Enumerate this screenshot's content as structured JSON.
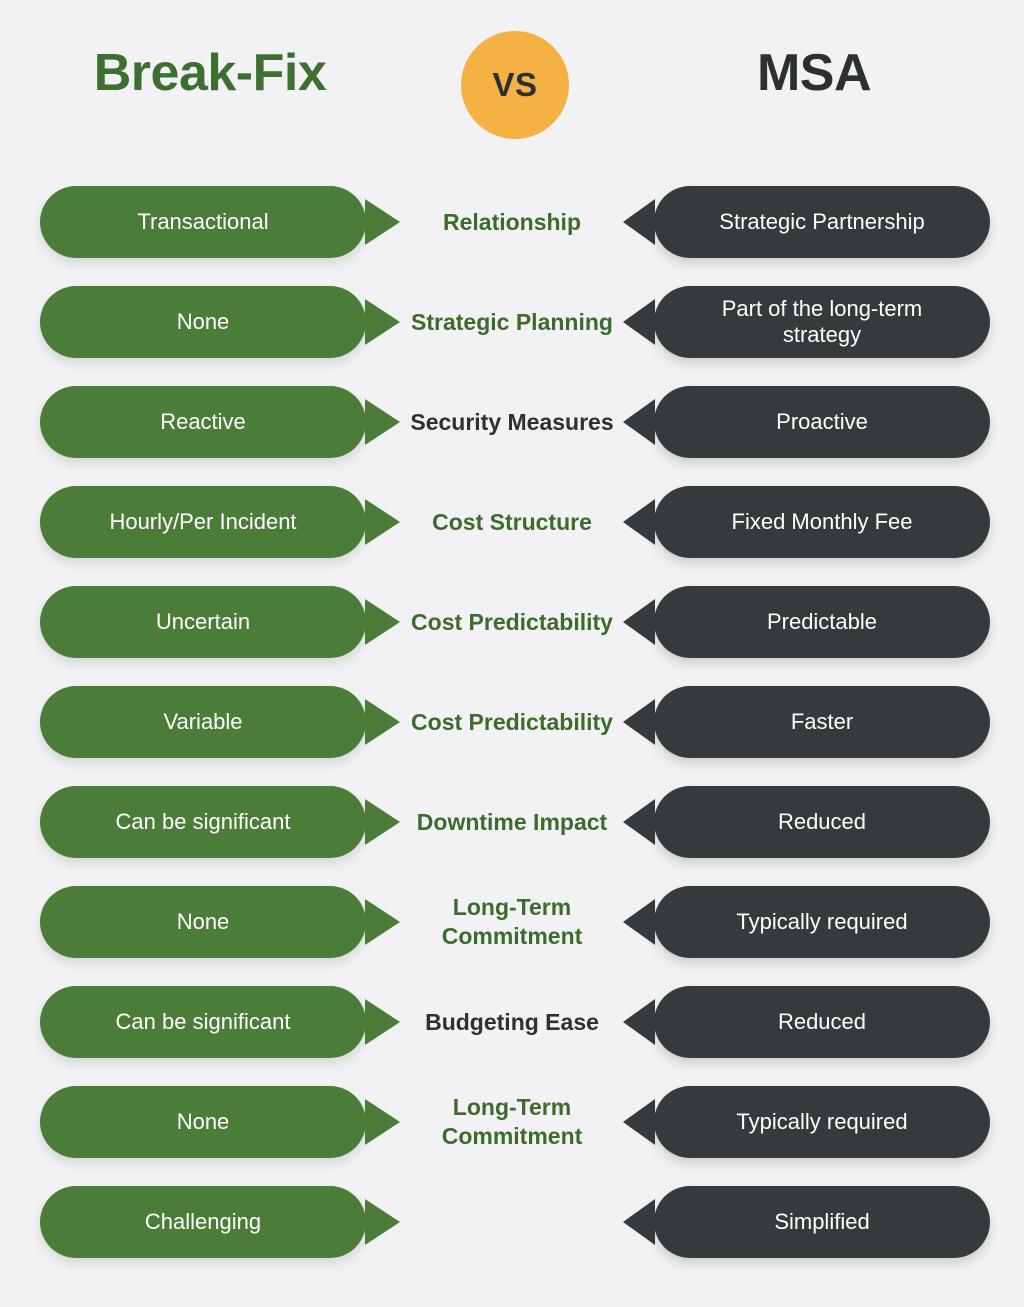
{
  "header": {
    "left_title": "Break-Fix",
    "right_title": "MSA",
    "vs_label": "VS",
    "accent_orange": "#f3b243",
    "accent_green": "#4c7d38",
    "accent_dark": "#353a3c",
    "background": "#f2f2f4"
  },
  "comparison": {
    "rows": [
      {
        "attribute": "Relationship",
        "attribute_style": "green",
        "break_fix": "Transactional",
        "msa": "Strategic Partnership"
      },
      {
        "attribute": "Strategic Planning",
        "attribute_style": "green",
        "break_fix": "None",
        "msa": "Part of the long-term strategy"
      },
      {
        "attribute": "Security Measures",
        "attribute_style": "dark",
        "break_fix": "Reactive",
        "msa": "Proactive"
      },
      {
        "attribute": "Cost Structure",
        "attribute_style": "green",
        "break_fix": "Hourly/Per Incident",
        "msa": "Fixed Monthly Fee"
      },
      {
        "attribute": "Cost Predictability",
        "attribute_style": "green",
        "break_fix": "Uncertain",
        "msa": "Predictable"
      },
      {
        "attribute": "Cost Predictability",
        "attribute_style": "green",
        "break_fix": "Variable",
        "msa": "Faster"
      },
      {
        "attribute": "Downtime Impact",
        "attribute_style": "green",
        "break_fix": "Can be significant",
        "msa": "Reduced"
      },
      {
        "attribute": "Long-Term Commitment",
        "attribute_style": "green",
        "break_fix": "None",
        "msa": "Typically required"
      },
      {
        "attribute": "Budgeting Ease",
        "attribute_style": "dark",
        "break_fix": "Can be significant",
        "msa": "Reduced"
      },
      {
        "attribute": "Long-Term Commitment",
        "attribute_style": "green",
        "break_fix": "None",
        "msa": "Typically required"
      },
      {
        "attribute": "",
        "attribute_style": "green",
        "break_fix": "Challenging",
        "msa": "Simplified"
      }
    ]
  }
}
